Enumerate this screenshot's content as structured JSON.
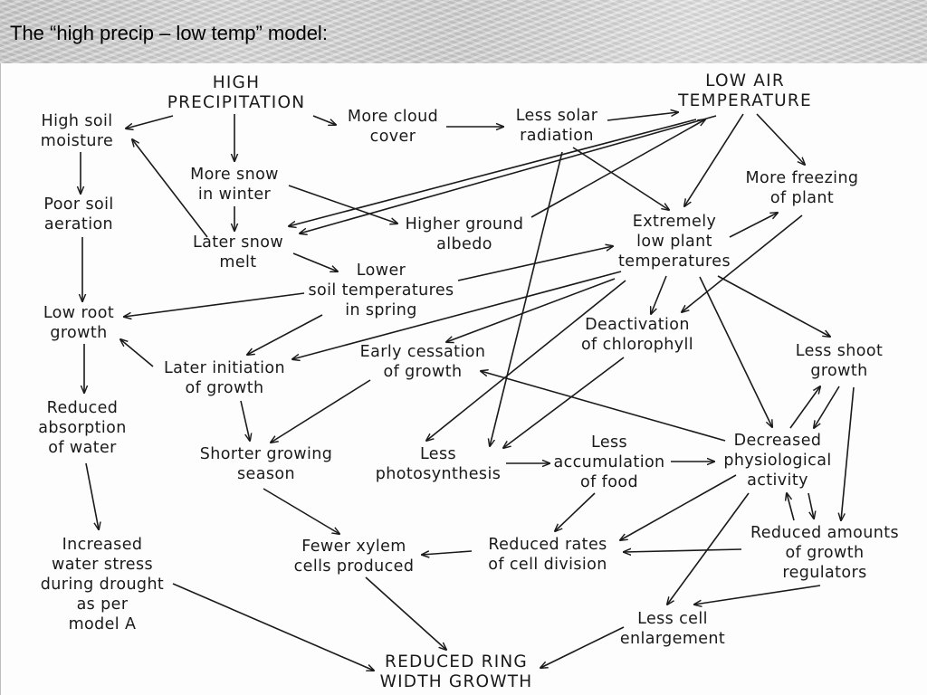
{
  "header": {
    "title": "The “high precip – low temp” model:"
  },
  "diagram": {
    "nodes": {
      "high_precip": "HIGH\nPRECIPITATION",
      "low_air_temp": "LOW AIR\nTEMPERATURE",
      "high_soil_moisture": "High soil\nmoisture",
      "more_cloud": "More cloud\ncover",
      "less_solar": "Less solar\nradiation",
      "more_snow": "More snow\nin winter",
      "more_freezing": "More freezing\nof plant",
      "poor_soil_aeration": "Poor soil\naeration",
      "higher_albedo": "Higher ground\nalbedo",
      "extremely_low": "Extremely\nlow plant\ntemperatures",
      "later_snow_melt": "Later snow\nmelt",
      "lower_soil_temp": "Lower\nsoil temperatures\nin spring",
      "low_root_growth": "Low root\ngrowth",
      "deactivation": "Deactivation\nof chlorophyll",
      "less_shoot": "Less shoot\ngrowth",
      "early_cessation": "Early cessation\nof growth",
      "later_initiation": "Later initiation\nof growth",
      "reduced_absorption": "Reduced\nabsorption\nof water",
      "decreased_phys": "Decreased\nphysiological\nactivity",
      "shorter_season": "Shorter growing\nseason",
      "less_photo": "Less\nphotosynthesis",
      "less_accum": "Less\naccumulation\nof food",
      "increased_stress": "Increased\nwater stress\nduring drought\nas per\nmodel A",
      "reduced_regulators": "Reduced amounts\nof growth\nregulators",
      "fewer_xylem": "Fewer xylem\ncells produced",
      "reduced_division": "Reduced rates\nof cell division",
      "less_enlargement": "Less cell\nenlargement",
      "reduced_ring": "REDUCED RING\nWIDTH GROWTH"
    }
  }
}
